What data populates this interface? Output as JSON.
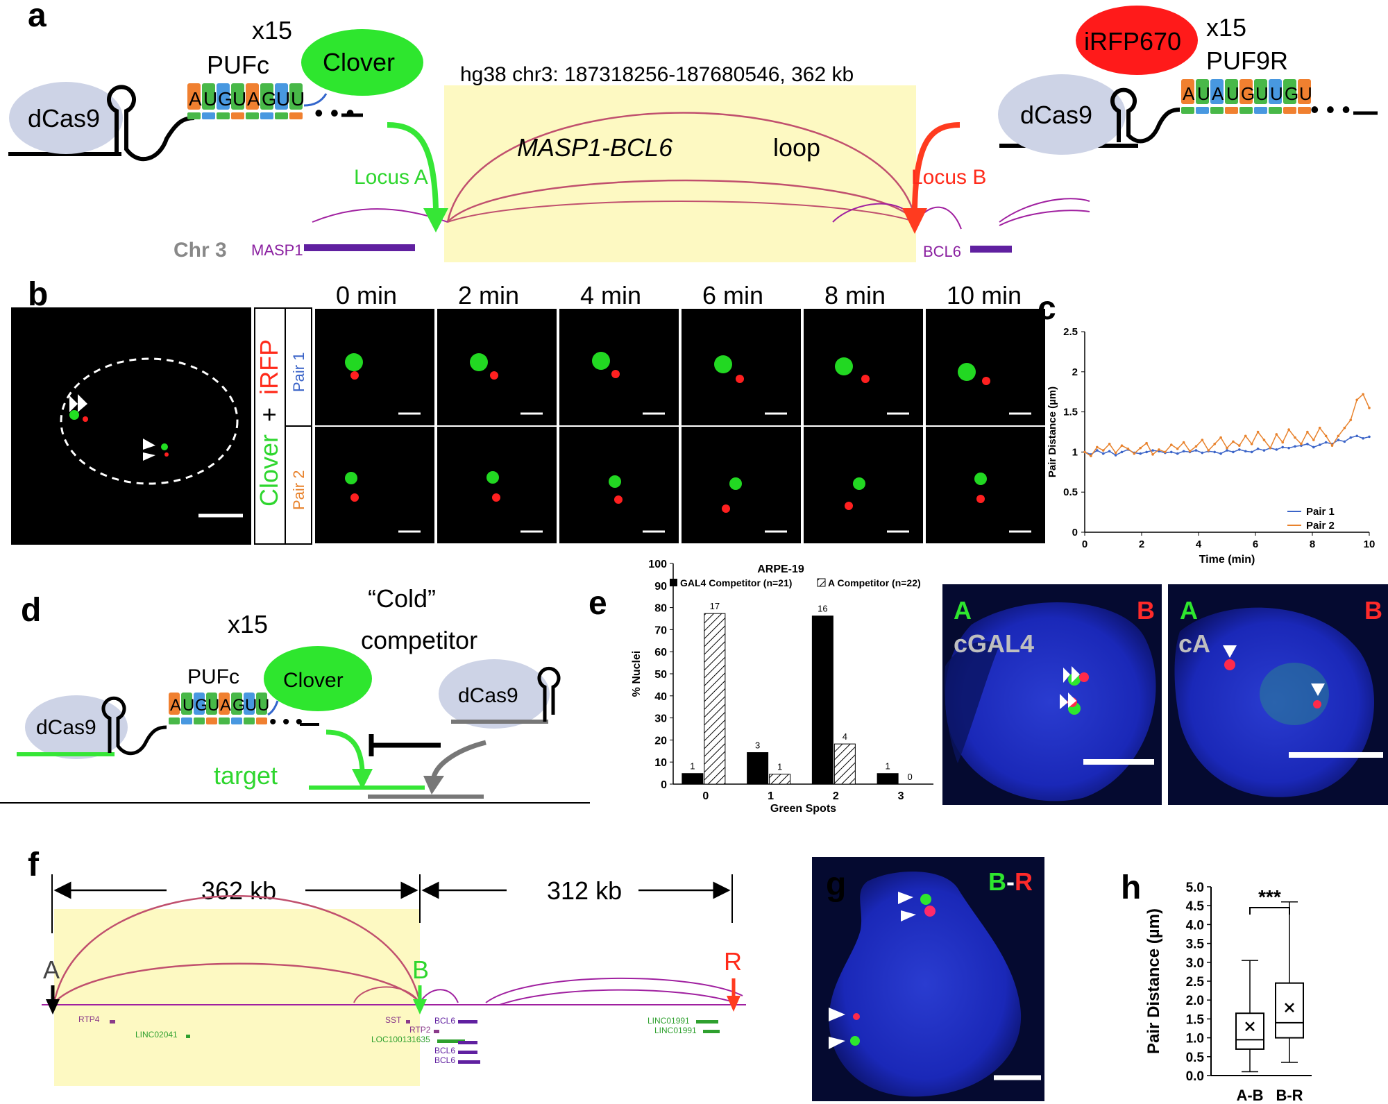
{
  "panels": {
    "a": "a",
    "b": "b",
    "c": "c",
    "d": "d",
    "e": "e",
    "f": "f",
    "g": "g",
    "h": "h"
  },
  "a": {
    "x15_left": "x15",
    "pufc": "PUFc",
    "clover": "Clover",
    "dcas9": "dCas9",
    "seq_left": [
      "A",
      "U",
      "G",
      "U",
      "A",
      "G",
      "U",
      "U"
    ],
    "dots": "• • •",
    "coords": "hg38 chr3: 187318256-187680546, 362 kb",
    "loop_gene": "MASP1-BCL6",
    "loop_word": "loop",
    "locus_a": "Locus A",
    "locus_b": "Locus B",
    "chr": "Chr 3",
    "masp1": "MASP1",
    "bcl6": "BCL6",
    "irfp670": "iRFP670",
    "x15_right": "x15",
    "puf9r": "PUF9R",
    "seq_right": [
      "A",
      "U",
      "A",
      "U",
      "G",
      "U",
      "U",
      "G",
      "U"
    ]
  },
  "b": {
    "times": [
      "0 min",
      "2 min",
      "4 min",
      "6 min",
      "8 min",
      "10 min"
    ],
    "clover": "Clover",
    "plus": "+",
    "irfp": "iRFP",
    "pair1": "Pair 1",
    "pair2": "Pair 2"
  },
  "chart_c": {
    "type": "line",
    "xlabel": "Time (min)",
    "ylabel": "Pair Distance (µm)",
    "xlim": [
      0,
      10
    ],
    "ylim": [
      0,
      2.5
    ],
    "xticks": [
      0,
      2,
      4,
      6,
      8,
      10
    ],
    "yticks": [
      0,
      0.5,
      1,
      1.5,
      2,
      2.5
    ],
    "legend": "bottom-right",
    "series": [
      {
        "name": "Pair 1",
        "color": "#3b64c8",
        "values": [
          1.0,
          0.97,
          1.02,
          0.98,
          1.01,
          0.96,
          1.0,
          1.03,
          0.99,
          0.98,
          1.0,
          1.02,
          1.01,
          0.99,
          1.0,
          0.98,
          1.01,
          1.0,
          1.02,
          0.99,
          1.01,
          1.0,
          0.98,
          1.02,
          1.0,
          1.03,
          1.01,
          1.0,
          1.04,
          1.02,
          1.05,
          1.03,
          1.06,
          1.05,
          1.07,
          1.08,
          1.1,
          1.06,
          1.09,
          1.12,
          1.1,
          1.15,
          1.13,
          1.18,
          1.2,
          1.17,
          1.19
        ]
      },
      {
        "name": "Pair 2",
        "color": "#e8822c",
        "values": [
          1.0,
          0.95,
          1.06,
          1.02,
          1.1,
          0.99,
          1.08,
          1.04,
          0.98,
          1.05,
          1.11,
          0.97,
          1.03,
          1.0,
          1.09,
          1.04,
          1.12,
          1.01,
          1.07,
          1.15,
          1.02,
          1.1,
          1.18,
          1.05,
          1.13,
          1.08,
          1.2,
          1.1,
          1.25,
          1.15,
          1.05,
          1.22,
          1.12,
          1.28,
          1.18,
          1.1,
          1.25,
          1.15,
          1.3,
          1.2,
          1.08,
          1.2,
          1.3,
          1.4,
          1.65,
          1.72,
          1.55
        ]
      }
    ]
  },
  "d": {
    "x15": "x15",
    "cold": "“Cold”",
    "competitor": "competitor",
    "pufc": "PUFc",
    "clover": "Clover",
    "dcas9_left": "dCas9",
    "dcas9_right": "dCas9",
    "target": "target",
    "seq": [
      "A",
      "U",
      "G",
      "U",
      "A",
      "G",
      "U",
      "U"
    ],
    "dots": "• • •"
  },
  "chart_e": {
    "type": "bar",
    "title": "ARPE-19",
    "legend1": "GAL4 Competitor (n=21)",
    "legend2": "A Competitor (n=22)",
    "xlabel": "Green Spots",
    "ylabel": "% Nuclei",
    "ylim": [
      0,
      100
    ],
    "yticks": [
      0,
      10,
      20,
      30,
      40,
      50,
      60,
      70,
      80,
      90,
      100
    ],
    "categories": [
      "0",
      "1",
      "2",
      "3"
    ],
    "series": [
      {
        "name": "GAL4 Competitor (n=21)",
        "values": [
          4.8,
          14.3,
          76.2,
          4.8
        ],
        "counts": [
          "1",
          "3",
          "16",
          "1"
        ]
      },
      {
        "name": "A Competitor (n=22)",
        "values": [
          77.3,
          4.5,
          18.2,
          0
        ],
        "counts": [
          "17",
          "1",
          "4",
          "0"
        ]
      }
    ]
  },
  "e_img": {
    "left_a": "A",
    "left_b": "B",
    "left_c": "cGAL4",
    "right_a": "A",
    "right_b": "B",
    "right_c": "cA"
  },
  "f": {
    "kb1": "362 kb",
    "kb2": "312 kb",
    "a": "A",
    "b": "B",
    "r": "R",
    "genes": [
      "RTP4",
      "LINC02041",
      "SST",
      "RTP2",
      "LOC100131635",
      "BCL6",
      "BCL6",
      "BCL6",
      "LINC01991",
      "LINC01991"
    ]
  },
  "g": {
    "b": "B",
    "dash": "-",
    "r": "R"
  },
  "chart_h": {
    "type": "box",
    "ylabel": "Pair Distance (µm)",
    "ylim": [
      0,
      5.0
    ],
    "yticks": [
      "0.0",
      "0.5",
      "1.0",
      "1.5",
      "2.0",
      "2.5",
      "3.0",
      "3.5",
      "4.0",
      "4.5",
      "5.0"
    ],
    "categories": [
      "A-B",
      "B-R"
    ],
    "sig": "***",
    "boxes": [
      {
        "min": 0.1,
        "q1": 0.7,
        "median": 0.95,
        "q3": 1.65,
        "max": 3.05,
        "mean": 1.3
      },
      {
        "min": 0.35,
        "q1": 1.0,
        "median": 1.4,
        "q3": 2.45,
        "max": 4.6,
        "mean": 1.8
      }
    ]
  }
}
